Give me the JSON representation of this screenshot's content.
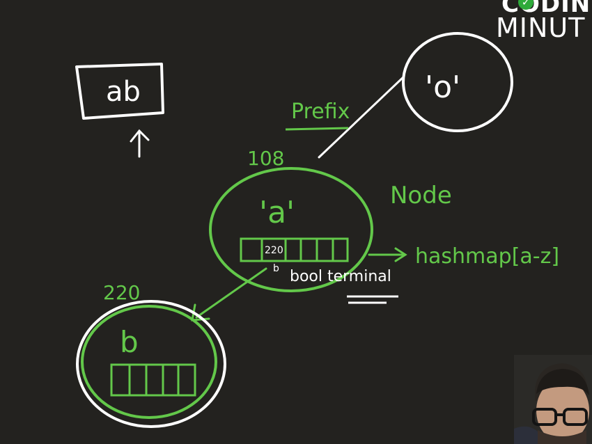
{
  "colors": {
    "background": "#23221f",
    "chalk_white": "#ffffff",
    "chalk_green": "#63c84a"
  },
  "board": {
    "box_text": "ab",
    "circle_top_text": "'o'",
    "prefix_label": "Prefix",
    "node_address": "108",
    "node_char": "'a'",
    "node_label": "Node",
    "array_cell_value": "220",
    "cell_letter": "b",
    "terminal_label": "bool terminal",
    "hashmap_label": "hashmap[a-z]",
    "child_address": "220",
    "child_char": "b"
  },
  "logo": {
    "line1": "CODIN",
    "line2": "MINUT",
    "check_icon": "check-circle-icon"
  },
  "webcam": {
    "icon": "presenter-video"
  }
}
